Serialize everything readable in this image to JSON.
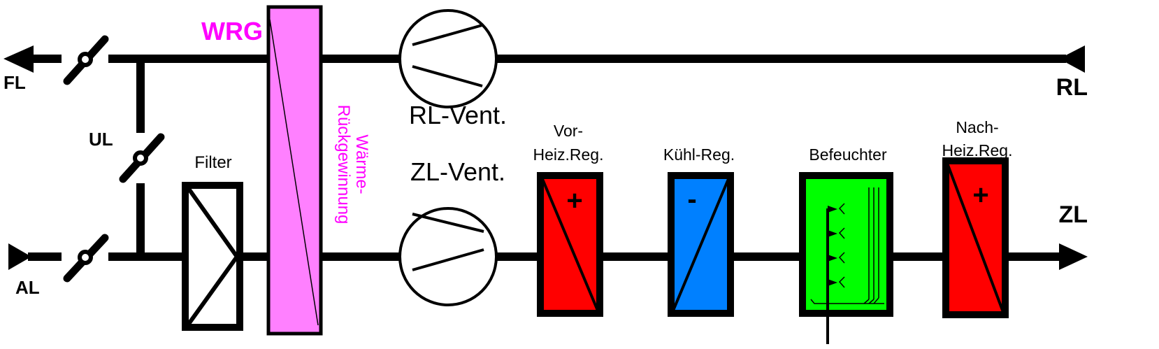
{
  "labels": {
    "fl": "FL",
    "al": "AL",
    "ul": "UL",
    "rl": "RL",
    "zl": "ZL",
    "wrg": "WRG",
    "filter": "Filter",
    "waerme_line1": "Wärme-",
    "waerme_line2": "Rückgewinnung",
    "rl_vent": "RL-Vent.",
    "zl_vent": "ZL-Vent.",
    "vorheiz_line1": "Vor-",
    "vorheiz_line2": "Heiz.Reg.",
    "kuehl": "Kühl-Reg.",
    "befeuchter": "Befeuchter",
    "nachheiz_line1": "Nach-",
    "nachheiz_line2": "Heiz.Reg.",
    "plus": "+",
    "minus": "-"
  },
  "colors": {
    "wrg": "#ff80ff",
    "wrg_text": "#ff00ff",
    "heater": "#ff0000",
    "cooler": "#0080ff",
    "humidifier": "#00ff00"
  }
}
